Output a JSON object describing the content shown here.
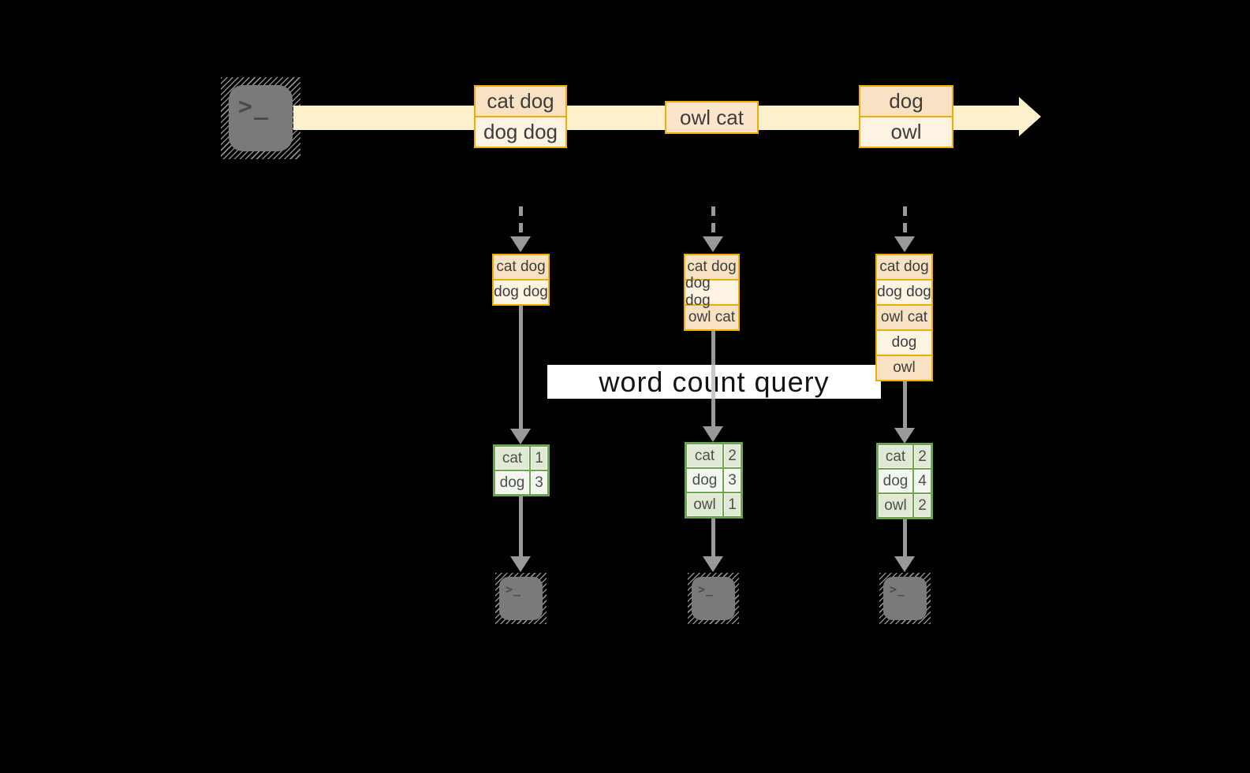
{
  "diagram": {
    "label": "word count query",
    "terminal_glyph": ">_",
    "timeline": {
      "events": [
        {
          "lines": [
            "cat dog",
            "dog dog"
          ]
        },
        {
          "lines": [
            "owl cat"
          ]
        },
        {
          "lines": [
            "dog",
            "owl"
          ]
        }
      ]
    },
    "columns": [
      {
        "buffer": [
          "cat dog",
          "dog dog"
        ],
        "counts": [
          {
            "word": "cat",
            "count": "1"
          },
          {
            "word": "dog",
            "count": "3"
          }
        ]
      },
      {
        "buffer": [
          "cat dog",
          "dog dog",
          "owl cat"
        ],
        "counts": [
          {
            "word": "cat",
            "count": "2"
          },
          {
            "word": "dog",
            "count": "3"
          },
          {
            "word": "owl",
            "count": "1"
          }
        ]
      },
      {
        "buffer": [
          "cat dog",
          "dog dog",
          "owl cat",
          "dog",
          "owl"
        ],
        "counts": [
          {
            "word": "cat",
            "count": "2"
          },
          {
            "word": "dog",
            "count": "4"
          },
          {
            "word": "owl",
            "count": "2"
          }
        ]
      }
    ],
    "colors": {
      "accent_gold": "#f2ae00",
      "fill_peach": "#f9e2c4",
      "fill_cream": "#fdf3e3",
      "fill_peach_light": "#fbe6cb",
      "stream_arrow": "#fcf0cd",
      "table_green": "#6aa74d",
      "table_row_dark": "#dfe9d3",
      "table_row_light": "#f2f7ee",
      "flow_gray": "#999999",
      "flow_gray_over_label": "#c9c9c9",
      "terminal_gray": "#7a7a7a",
      "label_bg": "#ffffff"
    }
  }
}
